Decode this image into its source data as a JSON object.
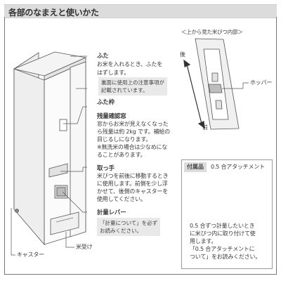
{
  "title": "各部のなまえと使いかた",
  "top_view_caption": "＜上から見た米びつ内部＞",
  "arrow_back": "後",
  "arrow_front": "前",
  "hopper": "ホッパー",
  "lid": {
    "name": "ふた",
    "desc": [
      "お米を入れるとき、ふたを",
      "はずします。"
    ],
    "note": [
      "裏面に使用上の注意事項が",
      "記載されています。"
    ]
  },
  "lid_frame": {
    "name": "ふた枠"
  },
  "level_check": {
    "name": "残量確認窓",
    "desc": [
      "窓からお米が見えなくなった",
      "ら残量は約 2kg です。補給の",
      "目じるしになります。",
      "※無洗米の場合は少なめにな",
      "ることがあります。"
    ]
  },
  "handle": {
    "name": "取っ手",
    "desc": [
      "米びつを前後に移動するとき",
      "に使用します。前側を少し浮",
      "かせて、後側のキャスターを",
      "使用してください。"
    ]
  },
  "lever": {
    "name": "計量レバー",
    "note": [
      "「計量について」を必ず",
      "お読みください。"
    ]
  },
  "caster": "キャスター",
  "rice_tray": "米受け",
  "accessory": {
    "tag": "付属品",
    "name": "0.5 合アタッチメント",
    "desc": [
      "0.5 合ずつ計量したいとき",
      "に米びつ内に取り付けて使",
      "用します。",
      "「0.5 合アタッチメントに",
      "ついて」をお読みください。"
    ]
  }
}
